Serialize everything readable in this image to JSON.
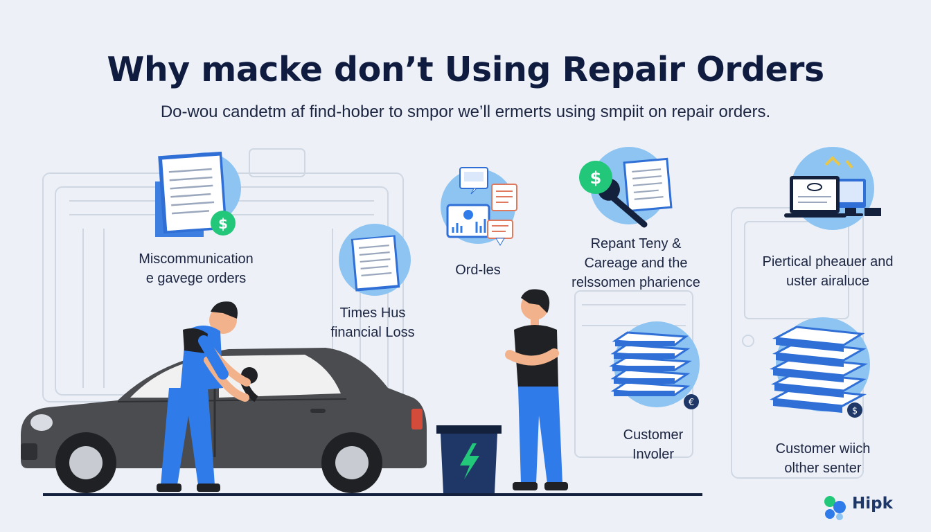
{
  "header": {
    "title": "Why macke don’t Using Repair Orders",
    "subtitle": "Do-wou candetm af find-hober to smpor we’ll ermerts using smpiit on repair orders."
  },
  "items": [
    {
      "line1": "Miscommunication",
      "line2": "e gavege orders",
      "icon": "document-dollar-icon"
    },
    {
      "line1": "Times Hus",
      "line2": "financial Loss",
      "icon": "document-icon"
    },
    {
      "line1": "Ord-les",
      "line2": "",
      "icon": "dashboard-charts-icon"
    },
    {
      "line1": "Repant Teny &",
      "line2": "Careage and the",
      "line3": "relssomen pharience",
      "icon": "wrench-dollar-document-icon"
    },
    {
      "line1": "Piertical pheauer and",
      "line2": "uster airaluce",
      "icon": "laptop-monitor-icon"
    },
    {
      "line1": "Customer",
      "line2": "Involer",
      "icon": "paper-stack-icon"
    },
    {
      "line1": "Customer wiich",
      "line2": "olther senter",
      "icon": "book-stack-icon"
    }
  ],
  "logo": {
    "text": "Hipk",
    "icon": "molecule-dots-icon"
  },
  "colors": {
    "background": "#edf1f7",
    "title": "#0f1c3f",
    "accent_blue": "#2f7bea",
    "circle_blue": "#8ec4f2",
    "money_green": "#22c77a",
    "car_gray": "#4a4c50"
  }
}
